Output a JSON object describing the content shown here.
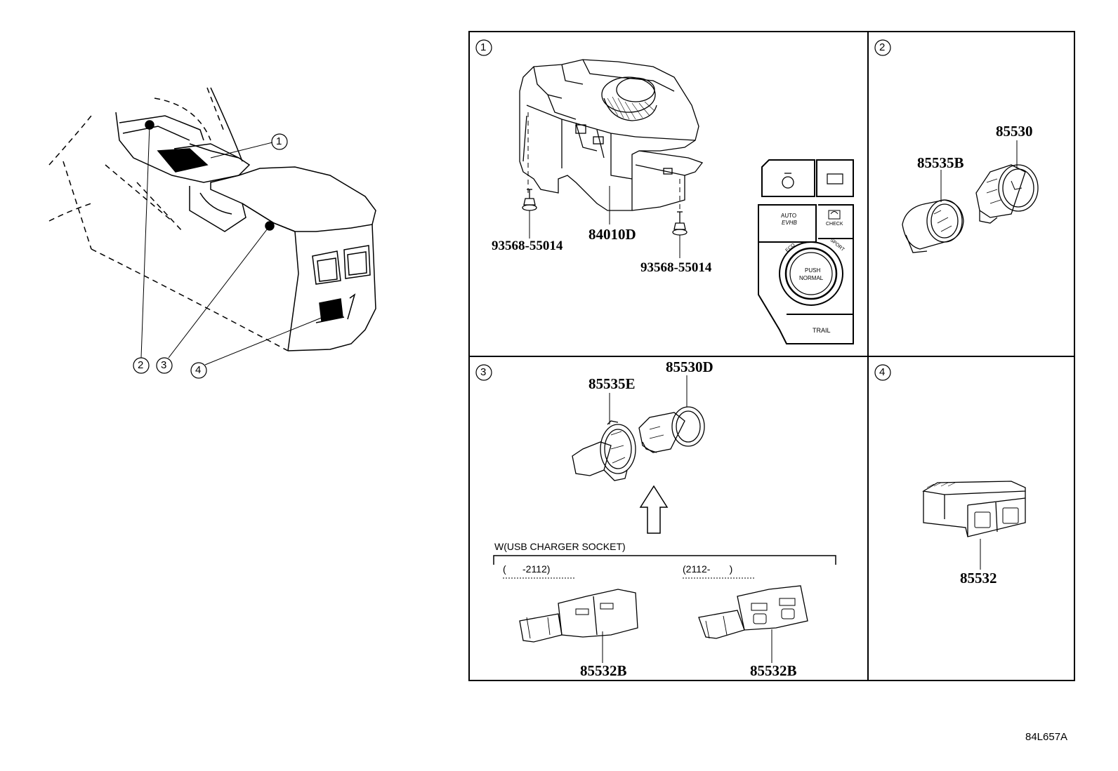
{
  "callouts": {
    "c1": "1",
    "c2": "2",
    "c3": "3",
    "c4": "4"
  },
  "panels": {
    "p1": {
      "marker": "1",
      "parts": {
        "screw_left": "93568-55014",
        "switch": "84010D",
        "screw_right": "93568-55014"
      },
      "switch_labels": {
        "auto": "AUTO",
        "hold": "EVHB",
        "check": "CHECK",
        "eco": "ECO",
        "sport": "SPORT",
        "push": "PUSH",
        "normal": "NORMAL",
        "trail": "TRAIL"
      }
    },
    "p2": {
      "marker": "2",
      "parts": {
        "socket": "85530",
        "cover": "85535B"
      }
    },
    "p3": {
      "marker": "3",
      "parts": {
        "cover": "85535E",
        "socket": "85530D",
        "usb_left": "85532B",
        "usb_right": "85532B"
      },
      "condition": "W(USB CHARGER SOCKET)",
      "range_left": "(      -2112)",
      "range_right": "(2112-       )"
    },
    "p4": {
      "marker": "4",
      "parts": {
        "usb": "85532"
      }
    }
  },
  "figure_code": "84L657A"
}
